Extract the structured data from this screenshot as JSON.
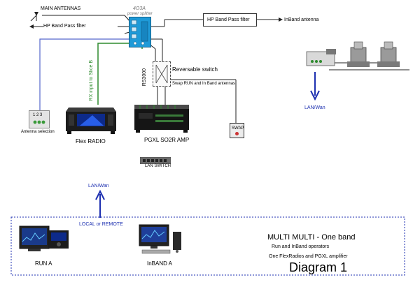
{
  "labels": {
    "main_antennas": "MAIN ANTENNAS",
    "hp_filter_left": "HP Band Pass filter",
    "hp_filter_right": "HP Band Pass filter",
    "inband_antenna": "InBand antenna",
    "splitter_model": "4O3A",
    "splitter_sub": "power splitter",
    "rx_input": "RX input to Slice B",
    "rs3000": "RS3000",
    "reversable_switch": "Reversable switch",
    "swap_note": "Swap RUN and In Band antennas",
    "swap_box": "SWAP",
    "antenna_selection": "Antenna selection",
    "antenna_switch_digits": "1 2 3",
    "flex_radio": "Flex RADIO",
    "pgxl_amp": "PGXL SO2R AMP",
    "lan_switch": "LAN SWITCH",
    "lan_wan_right": "LAN/Wan",
    "lan_wan_mid": "LAN/Wan",
    "local_remote": "LOCAL or REMOTE",
    "multi_title": "MULTI MULTI - One band",
    "operators": "Run and InBand operators",
    "radios_amp": "One FlexRadios and PGXL amplifier",
    "diagram_title": "Diagram 1",
    "run_a": "RUN A",
    "inband_a": "InBAND A"
  },
  "colors": {
    "line_black": "#222222",
    "line_green": "#2e8b2e",
    "line_blue": "#5566cc",
    "splitter_blue": "#1e9ad8",
    "arrow_blue": "#1c2fb0",
    "dotted_frame": "#1c2fb0"
  },
  "icons": {
    "splitter": "power-splitter-icon",
    "switch": "reversable-switch-icon",
    "radio": "flex-radio-icon",
    "amp": "pgxl-amp-icon",
    "lan": "lan-switch-icon",
    "antenna_switch": "antenna-switch-icon",
    "remote_hw": "remote-hardware-icon"
  }
}
